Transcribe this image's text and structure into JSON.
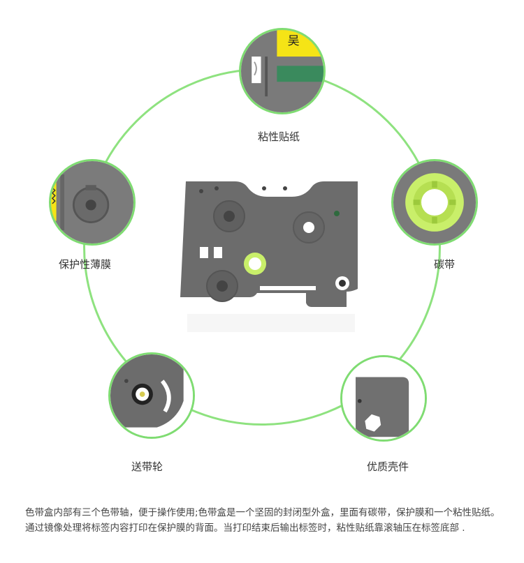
{
  "labels": {
    "adhesive": "粘性贴纸",
    "protective_film": "保护性薄膜",
    "ribbon": "碳带",
    "feed_wheel": "送带轮",
    "shell": "优质壳件"
  },
  "description": "色带盒内部有三个色带轴，便于操作使用;色带盒是一个坚固的封闭型外盒，里面有碳带，保护膜和一个粘性贴纸。通过镜像处理将标签内容打印在保护膜的背面。当打印结束后输出标签时，粘性贴纸靠滚轴压在标签底部 .",
  "colors": {
    "accent_green": "#8ee27f",
    "cartridge_gray": "#6b6b6b",
    "label_yellow": "#f5e416",
    "spool_lime": "#c9ef6a"
  },
  "icons": [
    "tape-cartridge-image",
    "adhesive-closeup-image",
    "film-closeup-image",
    "ribbon-spool-closeup-image",
    "feed-wheel-closeup-image",
    "shell-closeup-image"
  ]
}
